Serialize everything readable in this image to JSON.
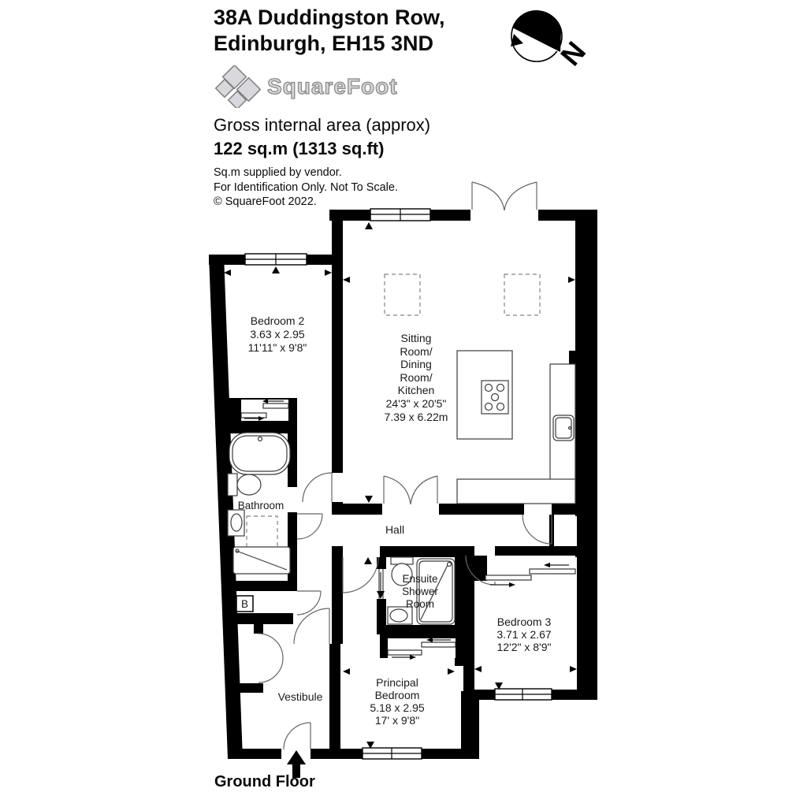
{
  "header": {
    "address_line1": "38A Duddingston Row,",
    "address_line2": "Edinburgh, EH15 3ND",
    "logo_text": "SquareFoot",
    "area_label": "Gross internal area (approx)",
    "area_value": "122 sq.m (1313 sq.ft)",
    "disclaimer1": "Sq.m supplied by vendor.",
    "disclaimer2": "For Identification Only. Not To Scale.",
    "disclaimer3": "© SquareFoot 2022.",
    "compass_label": "N"
  },
  "floor": {
    "label": "Ground Floor"
  },
  "rooms": {
    "bedroom2": {
      "name": "Bedroom 2",
      "dim1": "3.63 x 2.95",
      "dim2": "11'11\" x 9'8\""
    },
    "sitting": {
      "line1": "Sitting",
      "line2": "Room/",
      "line3": "Dining",
      "line4": "Room/",
      "line5": "Kitchen",
      "dim1": "24'3\" x 20'5\"",
      "dim2": "7.39 x 6.22m"
    },
    "bathroom": {
      "name": "Bathroom"
    },
    "hall": {
      "name": "Hall"
    },
    "ensuite": {
      "line1": "Ensuite",
      "line2": "Shower",
      "line3": "Room"
    },
    "bedroom3": {
      "name": "Bedroom 3",
      "dim1": "3.71 x 2.67",
      "dim2": "12'2\" x 8'9\""
    },
    "principal": {
      "line1": "Principal",
      "line2": "Bedroom",
      "dim1": "5.18 x 2.95",
      "dim2": "17' x 9'8\""
    },
    "vestibule": {
      "name": "Vestibule"
    },
    "boiler": {
      "label": "B"
    }
  }
}
